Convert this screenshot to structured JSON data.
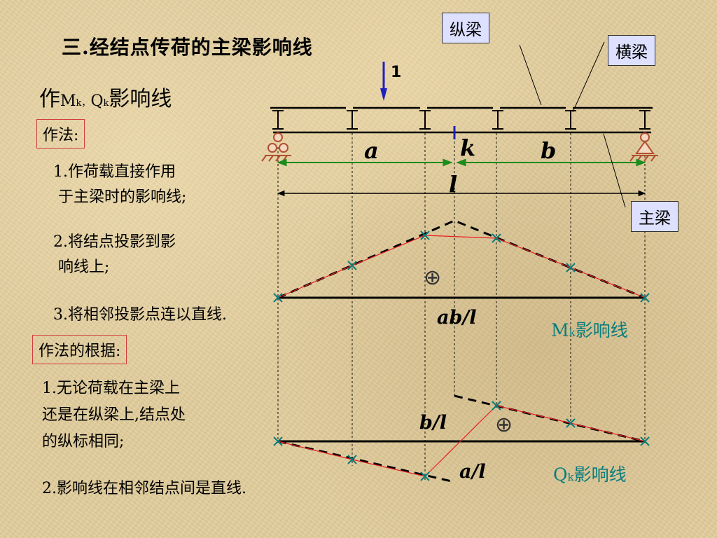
{
  "title": "三.经结点传荷的主梁影响线",
  "subtitle": {
    "prefix": "作",
    "m": "M",
    "k1": "k",
    "sep": "，",
    "q": "Q",
    "k2": "k",
    "suffix": "影响线"
  },
  "method_box": "作法:",
  "steps": [
    "1.作荷载直接作用\n 于主梁时的影响线;",
    "2.将结点投影到影\n 响线上;",
    "3.将相邻投影点连以直线."
  ],
  "basis_box": "作法的根据:",
  "basis": [
    "1.无论荷载在主梁上\n还是在纵梁上,结点处\n的纵标相同;",
    "2.影响线在相邻结点间是直线."
  ],
  "tags": {
    "stringer": "纵梁",
    "floor_beam": "横梁",
    "main_girder": "主梁"
  },
  "labels": {
    "load": "1",
    "a": "a",
    "k": "k",
    "b": "b",
    "l": "l",
    "mk_value": "ab/l",
    "plus1": "⊕",
    "plus2": "⊕",
    "b_over_l": "b/l",
    "a_over_l": "a/l"
  },
  "captions": {
    "mk": {
      "main": "M",
      "sub": "k",
      "suffix": "影响线"
    },
    "qk": {
      "main": "Q",
      "sub": "k",
      "suffix": "影响线"
    }
  },
  "colors": {
    "node_mark": "#0a7d7d",
    "connect_line": "#e82020",
    "dim_line": "#1c8c1c",
    "caption": "#0a7d7d",
    "box_border": "#d03c3c",
    "tag_fill": "#dde0ff"
  }
}
